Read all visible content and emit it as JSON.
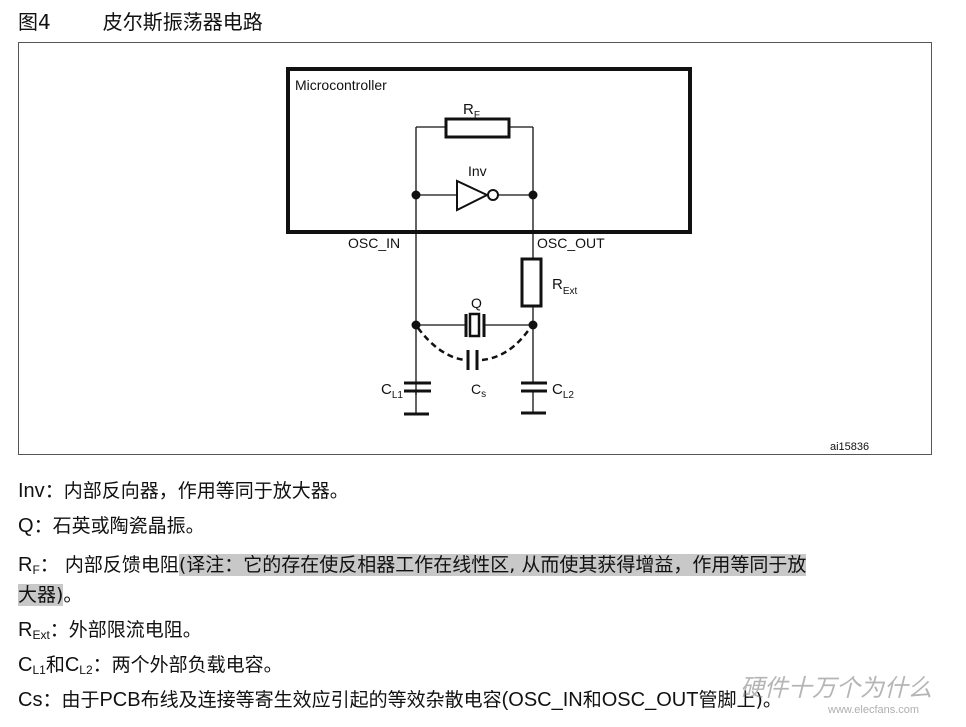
{
  "figure": {
    "label": "图4",
    "title": "皮尔斯振荡器电路",
    "code": "ai15836"
  },
  "circuit": {
    "box_label": "Microcontroller",
    "rf": {
      "main": "R",
      "sub": "F"
    },
    "inv": "Inv",
    "osc_in": "OSC_IN",
    "osc_out": "OSC_OUT",
    "rext": {
      "main": "R",
      "sub": "Ext"
    },
    "q": "Q",
    "cl1": {
      "main": "C",
      "sub": "L1"
    },
    "cs": {
      "main": "C",
      "sub": "s"
    },
    "cl2": {
      "main": "C",
      "sub": "L2"
    }
  },
  "notes": {
    "inv": {
      "term": "Inv",
      "text": "：内部反向器，作用等同于放大器。"
    },
    "q": {
      "term": "Q",
      "text": "：石英或陶瓷晶振。"
    },
    "rf": {
      "term": "R",
      "sub": "F",
      "text": "：  内部反馈电阻",
      "highlight1": "(译注：它的存在使反相器工作在线性区, 从而使其获得增益，作用等同于放",
      "highlight2": "大器)",
      "end": "。"
    },
    "rext": {
      "term": "R",
      "sub": "Ext",
      "text": "：外部限流电阻。"
    },
    "cl": {
      "term1": "C",
      "sub1": "L1",
      "mid": "和",
      "term2": "C",
      "sub2": "L2",
      "text": "：两个外部负载电容。"
    },
    "cs": {
      "term": "Cs",
      "text1": "：由于",
      "pcb": "PCB",
      "text2": "布线及连接等寄生效应引起的等效杂散电容",
      "paren": "(OSC_IN",
      "and": "和",
      "paren2": "OSC_OUT",
      "text3": "管脚上)。"
    }
  },
  "watermark": {
    "name": "硬件十万个为什么",
    "site": "www.elecfans.com"
  }
}
